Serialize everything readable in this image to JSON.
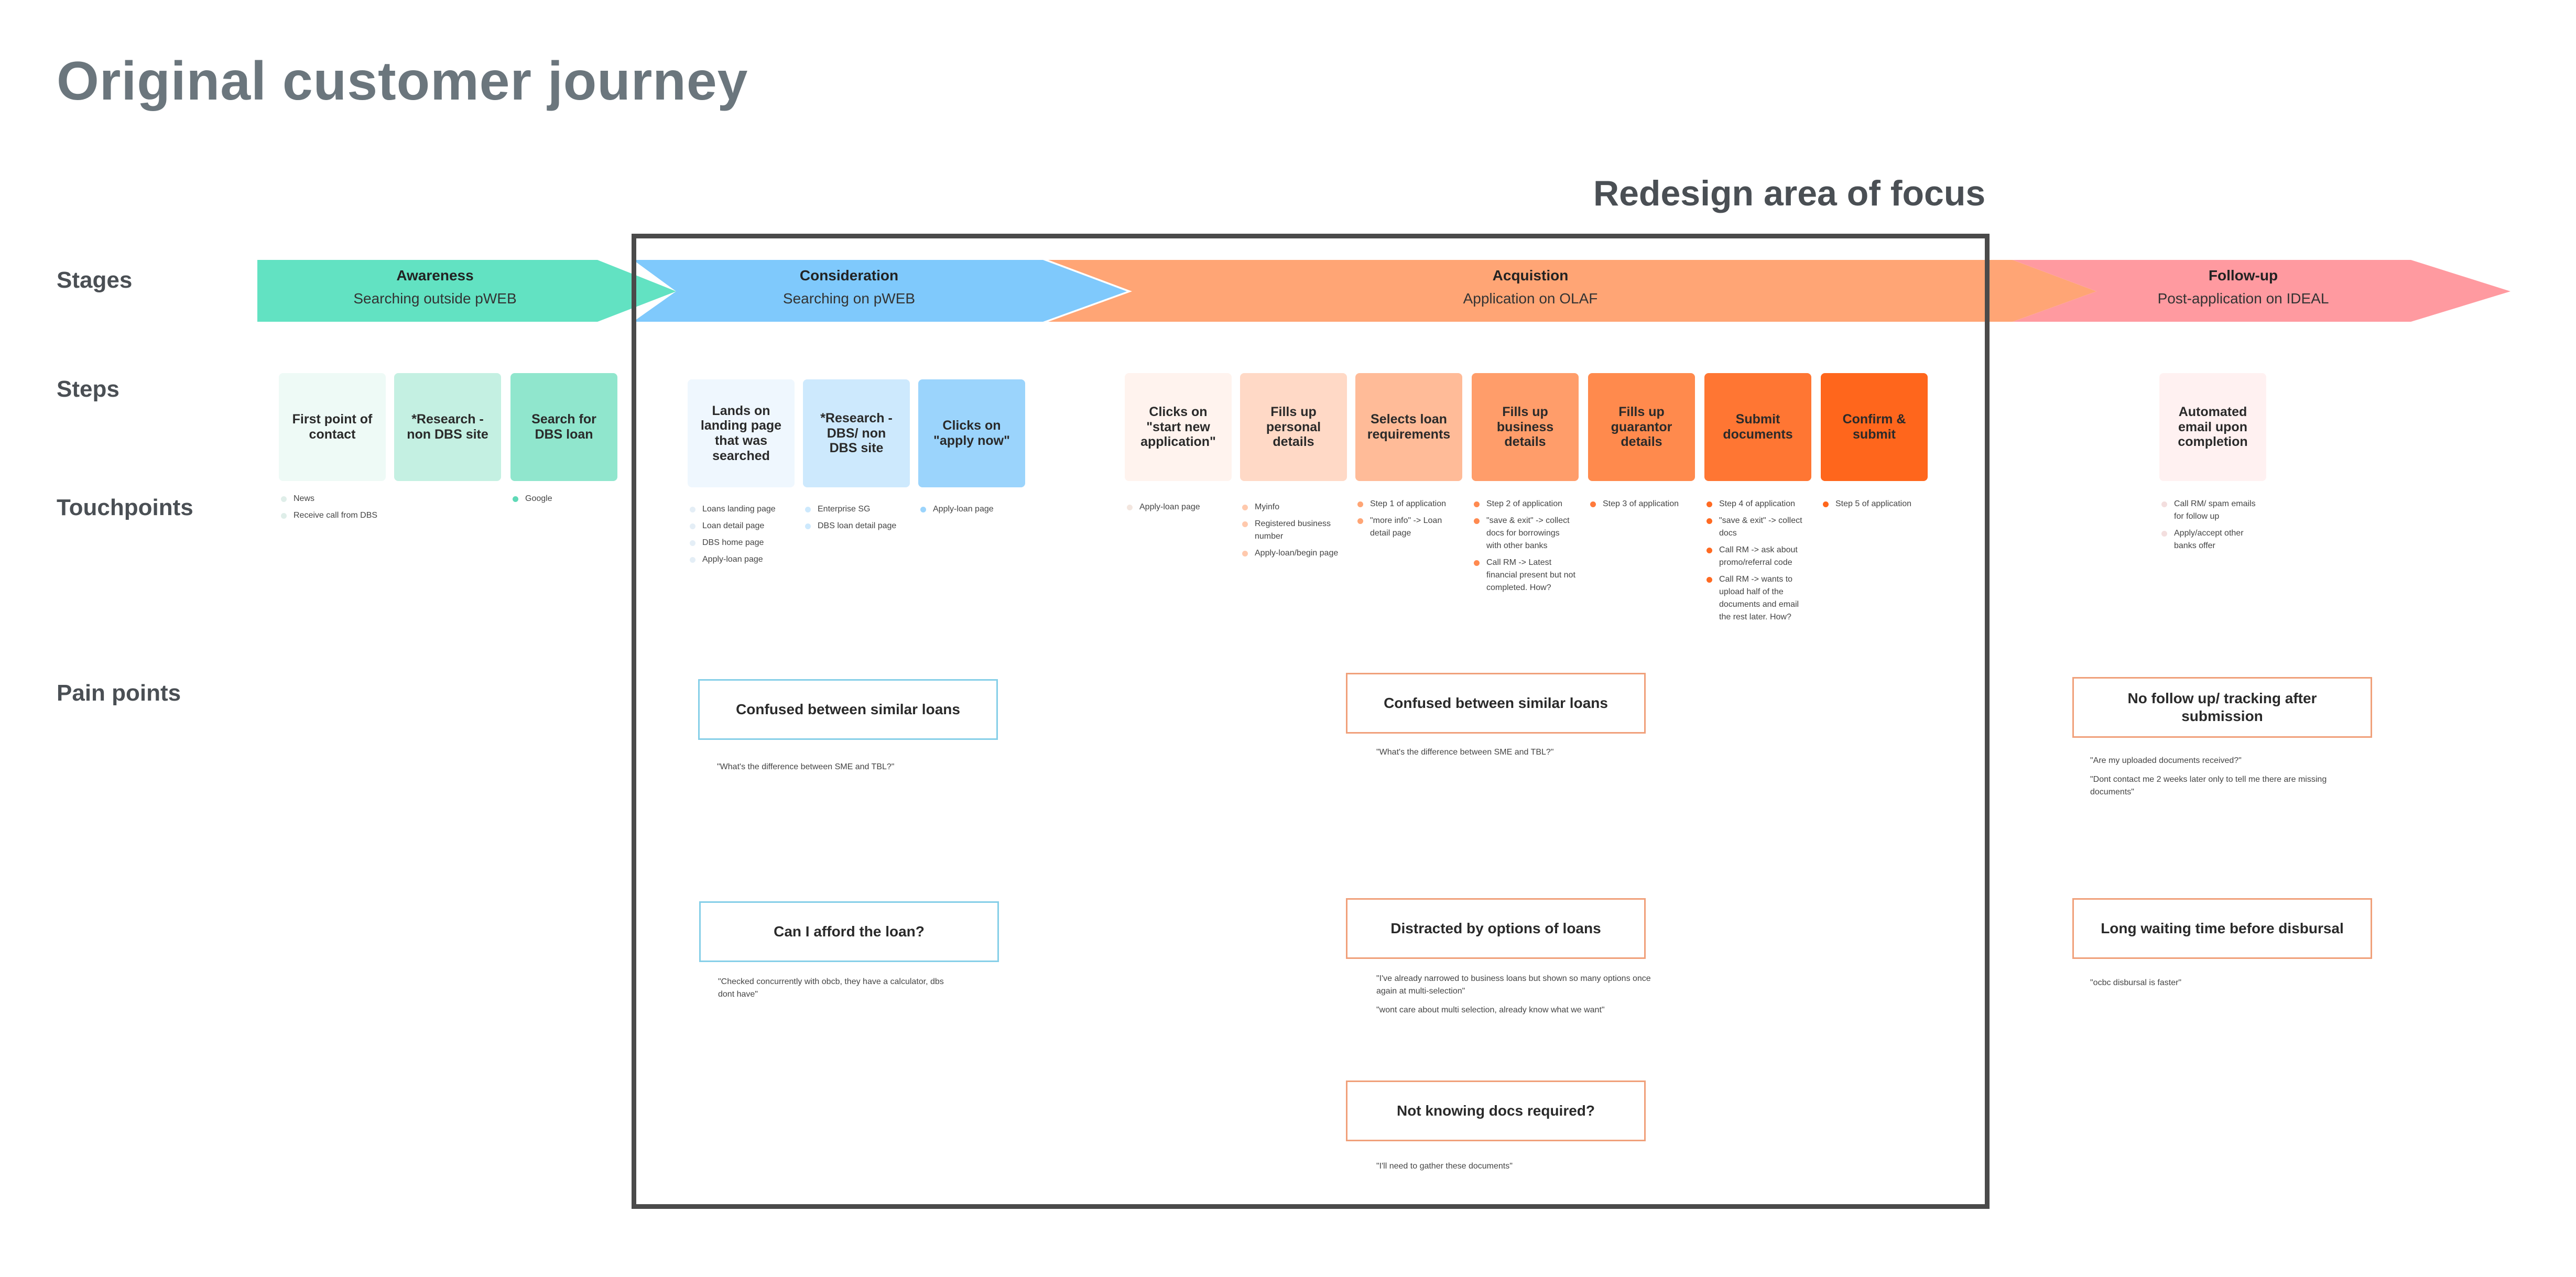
{
  "title": "Original customer journey",
  "focus_label": "Redesign area of focus",
  "row_labels": {
    "stages": "Stages",
    "steps": "Steps",
    "touchpoints": "Touchpoints",
    "pain_points": "Pain points"
  },
  "colors": {
    "awareness": "#62e2c2",
    "consideration": "#7fc9fc",
    "acquisition": "#ffa575",
    "followup": "#ff9aa0"
  },
  "stages": [
    {
      "name": "Awareness",
      "sub": "Searching outside pWEB"
    },
    {
      "name": "Consideration",
      "sub": "Searching on pWEB"
    },
    {
      "name": "Acquistion",
      "sub": "Application on OLAF"
    },
    {
      "name": "Follow-up",
      "sub": "Post-application on IDEAL"
    }
  ],
  "steps": [
    {
      "label": "First point of contact",
      "bg": "#eefaf6",
      "dot": "#dfeee9",
      "touchpoints": [
        "News",
        "Receive call from DBS"
      ]
    },
    {
      "label": "*Research - non DBS site",
      "bg": "#c4f0e2",
      "dot": "#c4f0e2",
      "touchpoints": []
    },
    {
      "label": "Search for DBS loan",
      "bg": "#90e6cd",
      "dot": "#5fd9b7",
      "touchpoints": [
        "Google"
      ]
    },
    {
      "label": "Lands on landing page that was searched",
      "bg": "#eff7fe",
      "dot": "#e4eef6",
      "touchpoints": [
        "Loans landing page",
        "Loan detail page",
        "DBS home page",
        "Apply-loan page"
      ]
    },
    {
      "label": "*Research - DBS/ non DBS site",
      "bg": "#cde9fd",
      "dot": "#cde9fd",
      "touchpoints": [
        "Enterprise SG",
        "DBS loan detail page"
      ]
    },
    {
      "label": "Clicks on \"apply now\"",
      "bg": "#9bd4fc",
      "dot": "#9bd4fc",
      "touchpoints": [
        "Apply-loan page"
      ]
    },
    {
      "label": "Clicks on \"start new application\"",
      "bg": "#fff3ee",
      "dot": "#f3e6df",
      "touchpoints": [
        "Apply-loan page"
      ]
    },
    {
      "label": "Fills up personal details",
      "bg": "#ffd9c6",
      "dot": "#ffc9ad",
      "touchpoints": [
        "Myinfo",
        "Registered business number",
        "Apply-loan/begin page"
      ]
    },
    {
      "label": "Selects loan requirements",
      "bg": "#ffbb98",
      "dot": "#ffa575",
      "touchpoints": [
        "Step 1 of application",
        "\"more info\" -> Loan detail page"
      ]
    },
    {
      "label": "Fills up business details",
      "bg": "#ff9d6a",
      "dot": "#ff8a50",
      "touchpoints": [
        "Step 2 of application",
        "\"save & exit\" -> collect docs for borrowings with other banks",
        "Call RM -> Latest financial present but not completed. How?"
      ]
    },
    {
      "label": "Fills up guarantor details",
      "bg": "#ff8a4d",
      "dot": "#ff7a3b",
      "touchpoints": [
        "Step 3 of application"
      ]
    },
    {
      "label": "Submit documents",
      "bg": "#ff7633",
      "dot": "#ff6a22",
      "touchpoints": [
        "Step 4 of application",
        "\"save & exit\" -> collect docs",
        "Call RM -> ask about promo/referral code",
        "Call RM -> wants to upload half of the documents and email the rest later. How?"
      ]
    },
    {
      "label": "Confirm & submit",
      "bg": "#ff661c",
      "dot": "#ff661c",
      "touchpoints": [
        "Step 5 of application"
      ]
    },
    {
      "label": "Automated email upon completion",
      "bg": "#fff1f1",
      "dot": "#f3dede",
      "touchpoints": [
        "Call RM/ spam emails for follow up",
        "Apply/accept other banks offer"
      ]
    }
  ],
  "pain_points": [
    {
      "title": "Confused between similar loans",
      "quotes": [
        "\"What's the difference between SME and TBL?\""
      ]
    },
    {
      "title": "Can I afford the loan?",
      "quotes": [
        "\"Checked concurrently with obcb, they have a calculator, dbs dont have\""
      ]
    },
    {
      "title": "Confused between similar loans",
      "quotes": [
        "\"What's the difference between SME and TBL?\""
      ]
    },
    {
      "title": "Distracted by options of loans",
      "quotes": [
        "\"I've already narrowed to business loans but shown so many options once again at multi-selection\"",
        "\"wont care about multi selection, already know what we want\""
      ]
    },
    {
      "title": "Not knowing docs required?",
      "quotes": [
        "\"I'll need to gather these documents\""
      ]
    },
    {
      "title": "No follow up/ tracking after submission",
      "quotes": [
        "\"Are my uploaded documents received?\"",
        "\"Dont contact me 2 weeks later only to tell me there are missing documents\""
      ]
    },
    {
      "title": "Long waiting time before disbursal",
      "quotes": [
        "\"ocbc disbursal is faster\""
      ]
    }
  ]
}
